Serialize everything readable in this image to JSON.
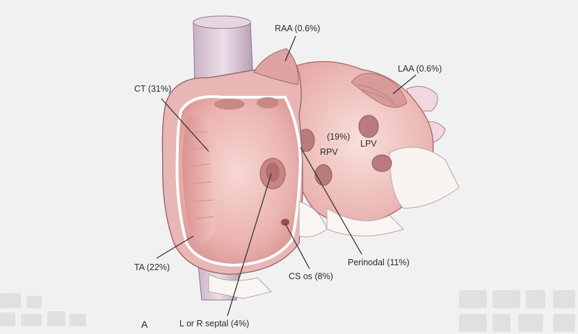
{
  "labels": {
    "raa": "RAA (0.6%)",
    "laa": "LAA (0.6%)",
    "ct": "CT (31%)",
    "pv_pct": "(19%)",
    "rpv": "RPV",
    "lpv": "LPV",
    "ta": "TA (22%)",
    "perinodal": "Perinodal (11%)",
    "cs_os": "CS os (8%)",
    "septal": "L or R septal (4%)"
  },
  "panel_letter": "A",
  "colors": {
    "background": "#f1f1f1",
    "tissue_dark": "#d99a9a",
    "tissue_mid": "#eab7b4",
    "tissue_light": "#f6d6d2",
    "leader": "#333333",
    "watermark": "#d9d9d9"
  },
  "icons": [
    "heart-illustration",
    "watermark-logo"
  ]
}
